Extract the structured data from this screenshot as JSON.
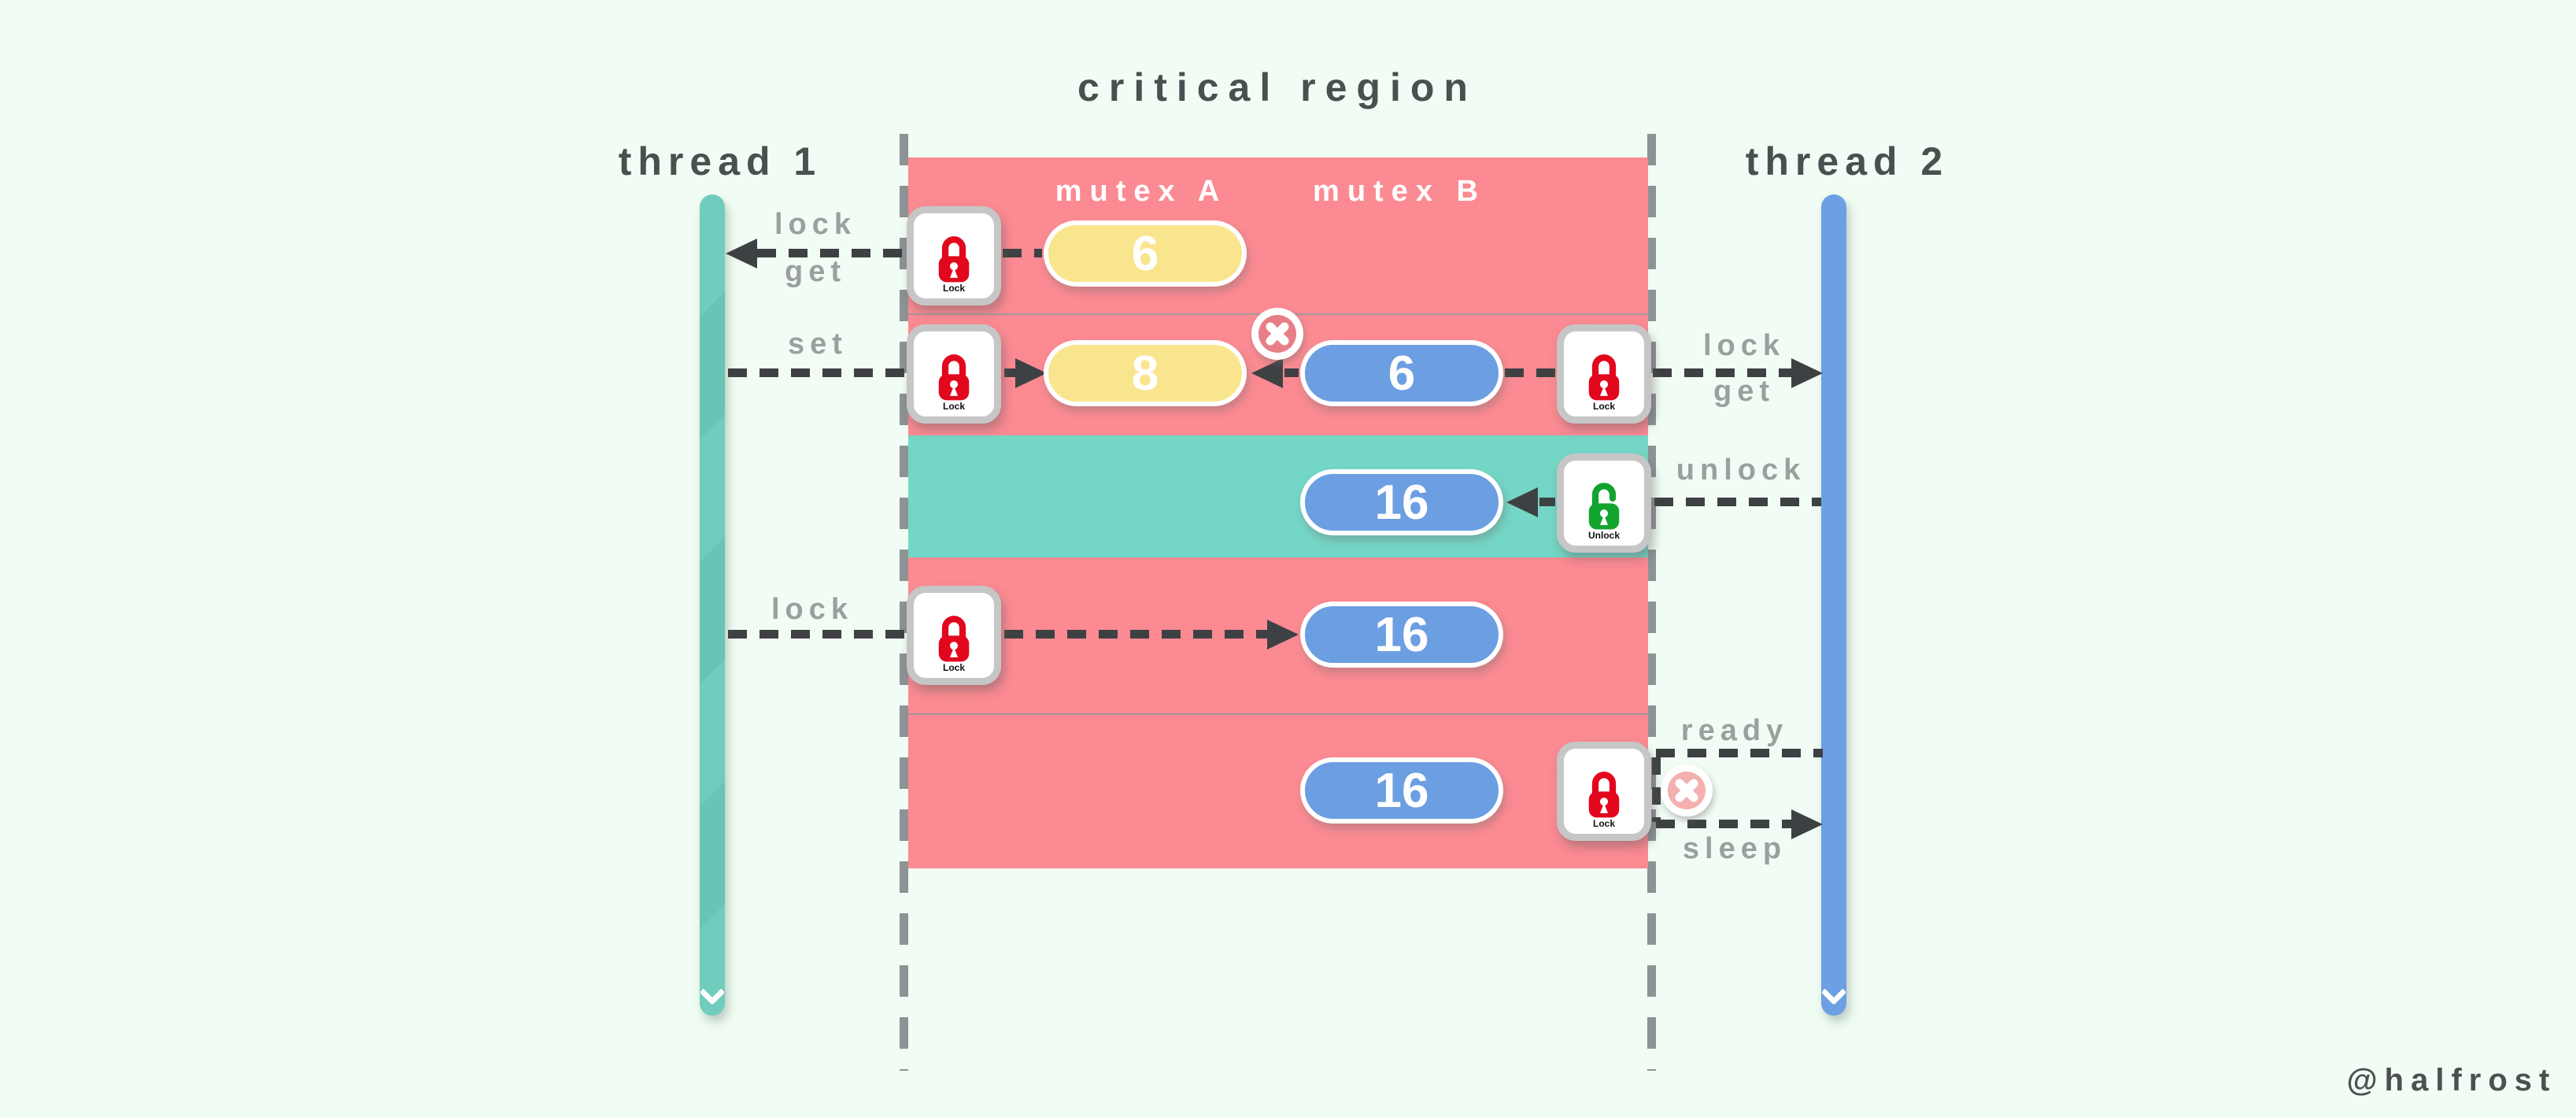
{
  "title": "critical region",
  "watermark": "@halfrost",
  "threads": {
    "t1": "thread 1",
    "t2": "thread 2"
  },
  "mutexes": {
    "a": "mutex A",
    "b": "mutex B"
  },
  "actions": {
    "t1_row1_top": "lock",
    "t1_row1_bottom": "get",
    "t1_row2": "set",
    "t1_row4": "lock",
    "t2_row2_top": "lock",
    "t2_row2_bottom": "get",
    "t2_row3": "unlock",
    "t2_row5_top": "ready",
    "t2_row5_bottom": "sleep"
  },
  "pills": {
    "a1": "6",
    "a2": "8",
    "b1": "6",
    "b2": "16",
    "b3": "16",
    "b4": "16"
  },
  "icon_captions": {
    "lock": "Lock",
    "unlock": "Unlock"
  },
  "colors": {
    "background": "#F1FDF4",
    "region_pink": "#FB8A92",
    "band_teal": "#74D6C6",
    "thread1_teal": "#70CCBC",
    "thread2_blue": "#6C9FE3",
    "pill_yellow": "#FAE58F",
    "pill_blue": "#6C9EE2",
    "lock_red": "#E2071D",
    "unlock_green": "#12A42F",
    "arrow_dark": "#3E4143",
    "boundary_gray": "#8D9395",
    "label_gray": "#9B9FA0",
    "title_gray": "#4A4F50",
    "badge_pink": "#E87E87",
    "badge_pink_light": "#F4AFAF"
  }
}
